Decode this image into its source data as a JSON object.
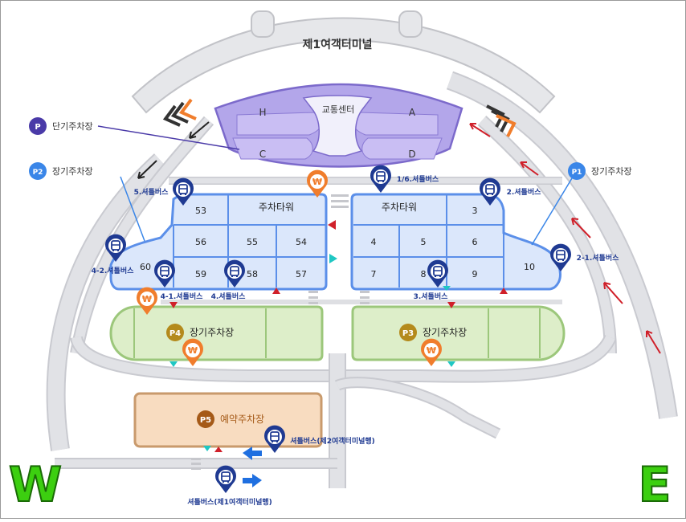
{
  "terminal_name": "제1여객터미널",
  "transport_center": "교통센터",
  "terminal_zones": [
    "H",
    "A",
    "C",
    "D"
  ],
  "legend": [
    {
      "badge": "P",
      "label": "단기주차장"
    },
    {
      "badge": "P2",
      "label": "장기주차장"
    },
    {
      "badge": "P1",
      "label": "장기주차장"
    }
  ],
  "parking_west": {
    "tower_label": "주차타워",
    "cells": [
      "53",
      "56",
      "55",
      "54",
      "60",
      "59",
      "58",
      "57"
    ]
  },
  "parking_east": {
    "tower_label": "주차타워",
    "cells": [
      "3",
      "4",
      "5",
      "6",
      "7",
      "8",
      "9",
      "10"
    ]
  },
  "lots": [
    {
      "badge": "P4",
      "label": "장기주차장"
    },
    {
      "badge": "P3",
      "label": "장기주차장"
    },
    {
      "badge": "P5",
      "label": "예약주차장"
    }
  ],
  "shuttle_stops": [
    "5.셔틀버스",
    "1/6.셔틀버스",
    "2.셔틀버스",
    "2-1.셔틀버스",
    "4-2.셔틀버스",
    "4-1.셔틀버스",
    "4.셔틀버스",
    "3.셔틀버스",
    "셔틀버스(제2여객터미널행)",
    "셔틀버스(제1여객터미널행)"
  ],
  "payment_symbol": "₩",
  "compass": {
    "west": "W",
    "east": "E"
  },
  "colors": {
    "road": "#dcdde2",
    "road_edge": "#c4c5cb",
    "terminal_fill": "#a393df",
    "terminal_stroke": "#7c6acb",
    "parking_fill": "#dbe7fb",
    "parking_stroke": "#5b8fe9",
    "lot_green_fill": "#ddeec9",
    "lot_green_stroke": "#9cc77b",
    "lot_p5_fill": "#f8dcc0",
    "lot_p5_stroke": "#c99a6c",
    "pin_blue": "#1f3a92",
    "pin_orange": "#f07d2c",
    "badge_purple": "#4a3aa8",
    "badge_blue": "#3a86e8",
    "badge_gold": "#b48a1c",
    "badge_brown": "#a55a18",
    "arrow_red": "#d0202a",
    "arrow_dark": "#222222",
    "compass_green": "#3ccf10"
  },
  "icons": [
    "bus-icon",
    "won-icon",
    "directional-arrow-icon",
    "compass-letter-icon"
  ]
}
